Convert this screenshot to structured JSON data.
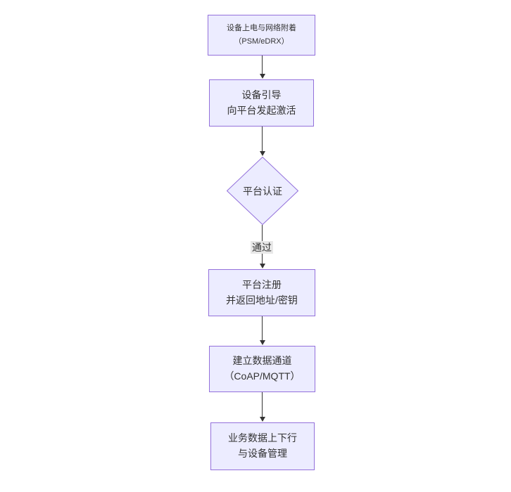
{
  "diagram": {
    "type": "flowchart",
    "direction": "top-down",
    "nodes": [
      {
        "id": "power",
        "shape": "rect",
        "lines": [
          "设备上电与网络附着",
          "（PSM/eDRX）"
        ]
      },
      {
        "id": "bootstrap",
        "shape": "rect",
        "lines": [
          "设备引导",
          "向平台发起激活"
        ]
      },
      {
        "id": "auth",
        "shape": "diamond",
        "lines": [
          "平台认证"
        ]
      },
      {
        "id": "register",
        "shape": "rect",
        "lines": [
          "平台注册",
          "并返回地址/密钥"
        ]
      },
      {
        "id": "channel",
        "shape": "rect",
        "lines": [
          "建立数据通道",
          "（CoAP/MQTT）"
        ]
      },
      {
        "id": "business",
        "shape": "rect",
        "lines": [
          "业务数据上下行",
          "与设备管理"
        ]
      }
    ],
    "edges": [
      {
        "from": "power",
        "to": "bootstrap",
        "label": ""
      },
      {
        "from": "bootstrap",
        "to": "auth",
        "label": ""
      },
      {
        "from": "auth",
        "to": "register",
        "label": "通过"
      },
      {
        "from": "register",
        "to": "channel",
        "label": ""
      },
      {
        "from": "channel",
        "to": "business",
        "label": ""
      }
    ],
    "colors": {
      "background": "#ffffff",
      "node_fill": "#ECECFF",
      "node_border": "#9370DB",
      "text": "#333333",
      "arrow": "#333333",
      "edge_label_bg": "#e8e8e8"
    }
  }
}
